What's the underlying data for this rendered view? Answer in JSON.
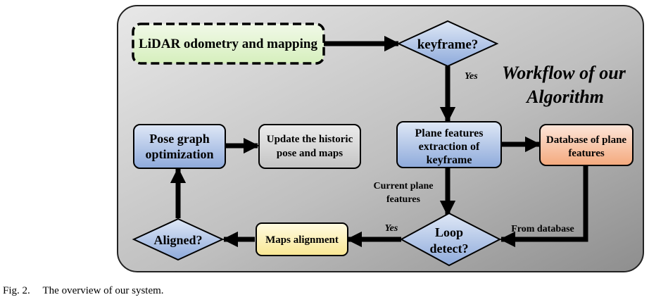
{
  "diagram": {
    "title_line1": "Workflow of our",
    "title_line2": "Algorithm",
    "nodes": {
      "lidar": "LiDAR odometry and mapping",
      "keyframe": "keyframe?",
      "plane_extract": [
        "Plane features",
        "extraction of",
        "keyframe"
      ],
      "database": [
        "Database of plane",
        "features"
      ],
      "pose_graph": [
        "Pose graph",
        "optimization"
      ],
      "update": [
        "Update the historic",
        "pose and maps"
      ],
      "loop": [
        "Loop",
        "detect?"
      ],
      "maps_alignment": "Maps alignment",
      "aligned": "Aligned?"
    },
    "edge_labels": {
      "yes_keyframe": "Yes",
      "current_plane": [
        "Current plane",
        "features"
      ],
      "from_database": "From database",
      "yes_loop": "Yes"
    },
    "colors": {
      "panel": "#bdbdbd",
      "green_box": "#e6f5d4",
      "blue_box": "#b9cbe8",
      "orange_box": "#f9cbb0",
      "yellow_box": "#fcf4c4",
      "gray_box": "#d9d9d9",
      "arrow": "#000000"
    }
  },
  "caption": {
    "label": "Fig. 2.",
    "text": "The overview of our system."
  }
}
